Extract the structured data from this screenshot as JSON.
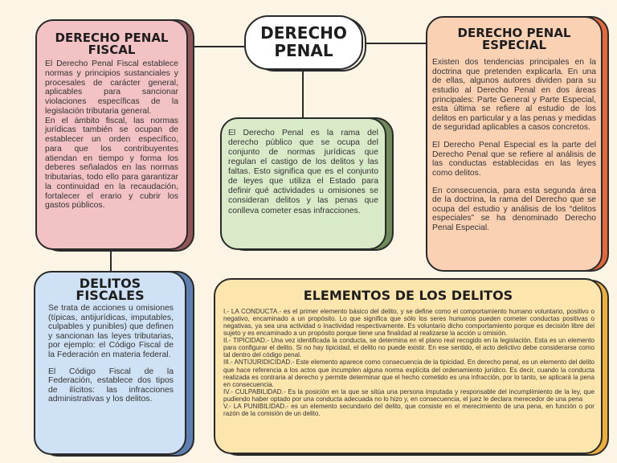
{
  "center": {
    "title_line1": "DERECHO",
    "title_line2": "PENAL",
    "body": "El Derecho Penal es la rama del derecho público que se ocupa del conjunto de normas jurídicas que regulan el castigo de los delitos y las faltas. Esto significa que es el conjunto de leyes que utiliza el Estado para definir qué actividades u omisiones se consideran delitos y las penas que conlleva cometer esas infracciones."
  },
  "fiscal": {
    "title_line1": "DERECHO PENAL",
    "title_line2": "FISCAL",
    "p1": "El Derecho Penal Fiscal establece normas y principios sustanciales y procesales de carácter general, aplicables para sancionar violaciones específicas de la legislación tributaria general.",
    "p2": "En el ámbito fiscal, las normas jurídicas también se ocupan de establecer un orden específico, para que los contribuyentes atiendan en tiempo y forma los deberes señalados en las normas tributarias, todo ello para garantizar la continuidad en la recaudación, fortalecer el erario y cubrir los gastos públicos."
  },
  "especial": {
    "title_line1": "DERECHO PENAL",
    "title_line2": "ESPECIAL",
    "p1": "Existen dos tendencias principales en la doctrina que pretenden explicarla. En una de ellas, algunos autores dividen para su estudio al Derecho Penal en dos áreas principales: Parte General y Parte Especial, esta última se refiere al estudio de los delitos en particular y a las penas y medidas de seguridad aplicables a casos concretos.",
    "p2": "El Derecho Penal Especial es la parte del Derecho Penal que se refiere al análisis de las conductas establecidas en las leyes como delitos.",
    "p3": "En consecuencia, para esta segunda área de la doctrina, la rama del Derecho que se ocupa del estudio y análisis de los “delitos especiales” se ha denominado Derecho Penal Especial."
  },
  "delitos_fiscales": {
    "title_line1": "DELITOS",
    "title_line2": "FISCALES",
    "p1": "Se trata de acciones u omisiones (típicas, antijurídicas, imputables, culpables y punibles) que definen y sancionan las leyes tributarias, por ejemplo: el Código Fiscal de la Federación en materia federal.",
    "p2": "El Código Fiscal de la Federación, establece dos tipos de ilícitos: las infracciones administrativas y los delitos."
  },
  "elementos": {
    "title": "ELEMENTOS DE LOS DELITOS",
    "items": [
      "I.- LA CONDUCTA.-  es el primer elemento básico del delito, y se define como el comportamiento humano voluntario, positivo o negativo, encaminado a un propósito. Lo que significa que sólo los seres humanos pueden cometer conductas positivas o negativas, ya sea una actividad o inactividad respectivamente. Es voluntario dicho comportamiento porque es decisión libre del sujeto y es encaminado a un propósito porque tiene una finalidad al realizarse la acción u omisión.",
      "II.- TIPICIDAD.- Una vez identificada la conducta, se determina en el plano real recogido en la legislación. Esta es un elemento para configurar el delito. Si no hay tipicidad, el delito no puede existir. En ese sentido, el acto delictivo debe considerarse como tal dentro del código penal.",
      "III.- ANTIJURIDICIDAD.- Este elemento aparece como consecuencia de la tipicidad. En derecho penal, es un elemento del delito que hace referencia a los actos que incumplen alguna norma explícita del ordenamiento jurídico. Es decir, cuando la conducta realizada es contraria al derecho y permite determinar que el hecho cometido es una infracción, por lo tanto, se aplicará la pena en consecuencia.",
      "IV.- CULPABILIDAD.- Es la posición en la que se sitúa una persona imputada y responsable del incumplimiento de la ley, que pudiendo haber optado por una conducta adecuada no lo hizo y, en consecuencia, el juez le declara merecedor de una pena",
      "V.- LA PUNIBILIDAD.-  es un elemento secundario del delito, que consiste en el merecimiento de una pena, en función o por razón de la comisión de un delito."
    ]
  },
  "colors": {
    "background": "#fcf5e5",
    "fiscal_fill": "#f2c2c4",
    "fiscal_shadow": "#8e5658",
    "especial_fill": "#fbd1b4",
    "especial_shadow": "#e4683d",
    "center_fill": "#d9eac9",
    "center_shadow": "#6e8a5b",
    "delitos_fill": "#cfe1f4",
    "delitos_shadow": "#5c7fb0",
    "elementos_fill": "#fde5ae",
    "elementos_shadow": "#ecaf3c"
  }
}
